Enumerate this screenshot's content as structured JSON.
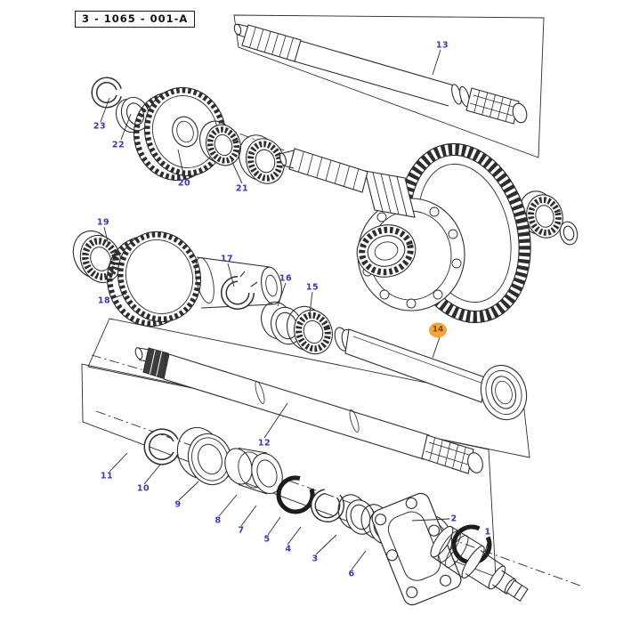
{
  "reference": {
    "label": "3 - 1065 - 001-A"
  },
  "colors": {
    "line": "#2d2d2d",
    "label_blue": "#3535cd",
    "highlight_fill": "#f2a53c",
    "highlight_text": "#7c4a00",
    "background": "#ffffff"
  },
  "highlighted_part_number": "14",
  "parts": [
    {
      "number": "1",
      "highlighted": false
    },
    {
      "number": "2",
      "highlighted": false
    },
    {
      "number": "3",
      "highlighted": false
    },
    {
      "number": "4",
      "highlighted": false
    },
    {
      "number": "5",
      "highlighted": false
    },
    {
      "number": "6",
      "highlighted": false
    },
    {
      "number": "7",
      "highlighted": false
    },
    {
      "number": "8",
      "highlighted": false
    },
    {
      "number": "9",
      "highlighted": false
    },
    {
      "number": "10",
      "highlighted": false
    },
    {
      "number": "11",
      "highlighted": false
    },
    {
      "number": "12",
      "highlighted": false
    },
    {
      "number": "13",
      "highlighted": false
    },
    {
      "number": "14",
      "highlighted": true
    },
    {
      "number": "15",
      "highlighted": false
    },
    {
      "number": "16",
      "highlighted": false
    },
    {
      "number": "17",
      "highlighted": false
    },
    {
      "number": "18",
      "highlighted": false
    },
    {
      "number": "19",
      "highlighted": false
    },
    {
      "number": "20",
      "highlighted": false
    },
    {
      "number": "21",
      "highlighted": false
    },
    {
      "number": "22",
      "highlighted": false
    },
    {
      "number": "23",
      "highlighted": false
    }
  ]
}
